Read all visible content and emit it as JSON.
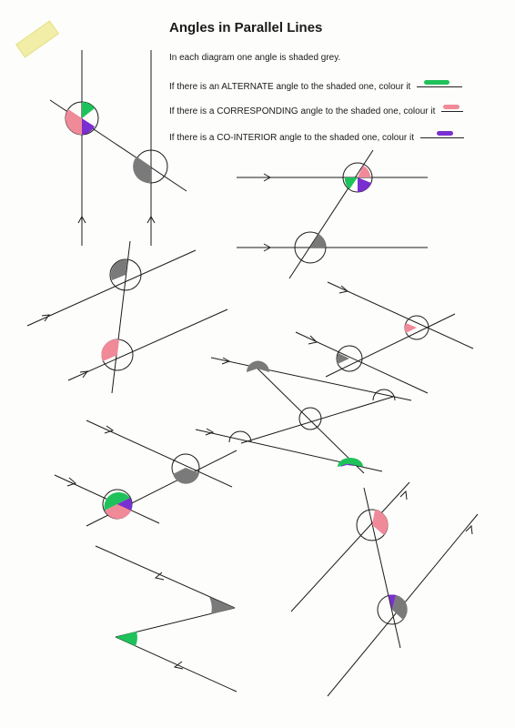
{
  "worksheet": {
    "title": "Angles in Parallel Lines",
    "instruction": "In each diagram one angle is shaded grey.",
    "rules": [
      {
        "text": "If there is an ALTERNATE angle to the shaded one, colour it",
        "color": "#1fc25a"
      },
      {
        "text": "If there is a CORRESPONDING angle to the shaded one, colour it",
        "color": "#f08a98"
      },
      {
        "text": "If there is a CO-INTERIOR angle to the shaded one, colour it",
        "color": "#7a2fd0"
      }
    ]
  },
  "colors": {
    "shaded": "#7a7a7a",
    "alternate": "#1fc25a",
    "corresponding": "#f08a98",
    "co_interior": "#7a2fd0",
    "ink": "#1a1a1a"
  }
}
